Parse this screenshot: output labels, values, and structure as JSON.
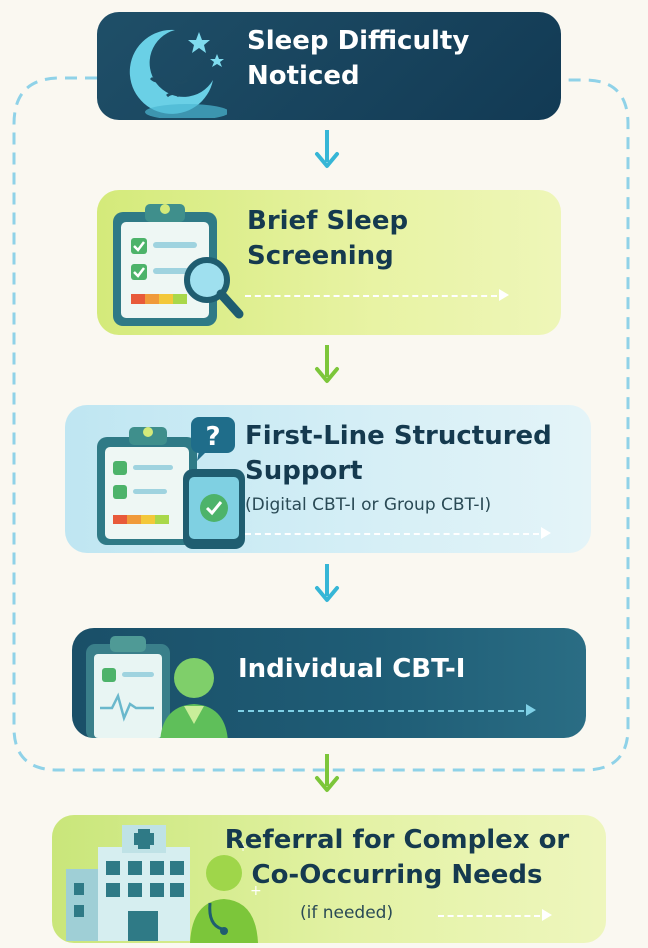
{
  "steps": [
    {
      "title_line1": "Sleep Difficulty",
      "title_line2": "Noticed",
      "icon": "moon-stars-icon"
    },
    {
      "title_line1": "Brief Sleep",
      "title_line2": "Screening",
      "icon": "clipboard-magnifier-icon"
    },
    {
      "title_line1": "First-Line Structured",
      "title_line2": "Support",
      "subtitle": "(Digital CBT-I or Group CBT-I)",
      "icon": "clipboard-phone-icon"
    },
    {
      "title_line1": "Individual CBT-I",
      "icon": "clinician-clipboard-icon"
    },
    {
      "title_line1": "Referral for Complex or",
      "title_line2": "Co-Occurring Needs",
      "subtitle": "(if needed)",
      "icon": "hospital-doctor-icon"
    }
  ],
  "colors": {
    "dark_teal": "#123a54",
    "lime": "#d4ea7a",
    "light_blue": "#bfe6f2",
    "arrow_blue": "#36b6d6",
    "arrow_green": "#7cc63a",
    "loop_dash": "#8fd2e8"
  }
}
